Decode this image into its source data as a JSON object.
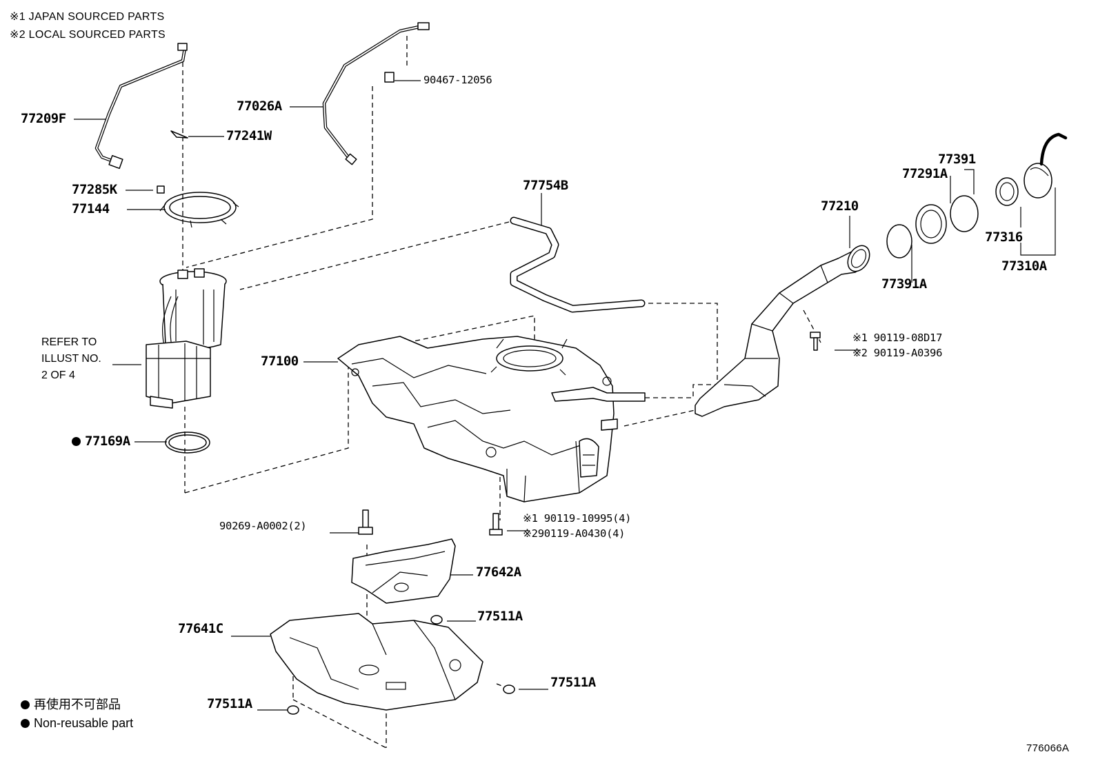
{
  "notes": [
    "※1 JAPAN SOURCED PARTS",
    "※2 LOCAL SOURCED PARTS"
  ],
  "refer_text": [
    "REFER TO",
    "ILLUST NO.",
    "2 OF 4"
  ],
  "legend": {
    "jp": "再使用不可部品",
    "en": "Non-reusable part"
  },
  "figure_id": "776066A",
  "labels": {
    "p77209F": "77209F",
    "p77026A": "77026A",
    "p90467": "90467-12056",
    "p77241W": "77241W",
    "p77285K": "77285K",
    "p77144": "77144",
    "p77754B": "77754B",
    "p77100": "77100",
    "p77169A": "77169A",
    "p77210": "77210",
    "p77291A": "77291A",
    "p77391": "77391",
    "p77391A": "77391A",
    "p77316": "77316",
    "p77310A": "77310A",
    "p90119_08D17": "※1 90119-08D17",
    "p90119_A0396": "※2 90119-A0396",
    "p90119_10995": "※1 90119-10995(4)",
    "p90119_A0430": "※290119-A0430(4)",
    "p90269": "90269-A0002(2)",
    "p77642A": "77642A",
    "p77511A_1": "77511A",
    "p77641C": "77641C",
    "p77511A_2": "77511A",
    "p77511A_3": "77511A"
  }
}
